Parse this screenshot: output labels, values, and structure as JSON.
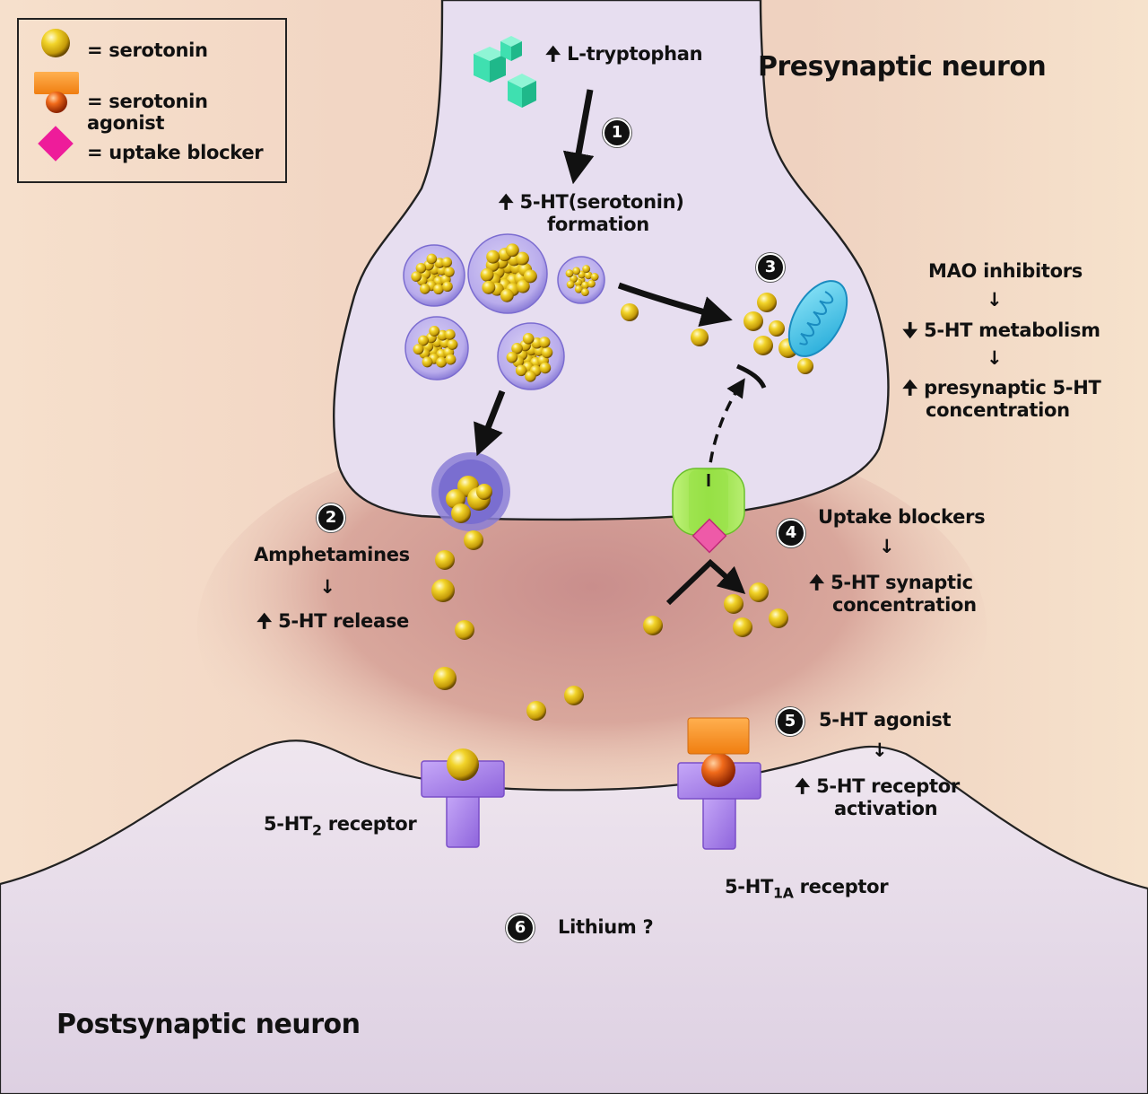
{
  "legend": {
    "items": [
      {
        "icon": "serotonin-ball-icon",
        "label": "= serotonin"
      },
      {
        "icon": "serotonin-agonist-icon",
        "label": "= serotonin agonist"
      },
      {
        "icon": "uptake-blocker-diamond-icon",
        "label": "= uptake blocker"
      }
    ]
  },
  "regions": {
    "presynaptic": "Presynaptic neuron",
    "postsynaptic": "Postsynaptic neuron"
  },
  "steps": {
    "s1": {
      "number": "1",
      "precursor_arrow": "up",
      "precursor": "L-tryptophan",
      "result_arrow": "up",
      "result_line1": "5-HT(serotonin)",
      "result_line2": "formation"
    },
    "s2": {
      "number": "2",
      "drug": "Amphetamines",
      "arrow": "down",
      "effect_arrow": "up",
      "effect": "5-HT release"
    },
    "s3": {
      "number": "3",
      "drug": "MAO inhibitors",
      "arrow1": "down",
      "effect1_arrow": "down",
      "effect1": "5-HT metabolism",
      "arrow2": "down",
      "effect2_arrow": "up",
      "effect2_line1": "presynaptic 5-HT",
      "effect2_line2": "concentration"
    },
    "s4": {
      "number": "4",
      "drug": "Uptake blockers",
      "arrow": "down",
      "effect_arrow": "up",
      "effect_line1": "5-HT synaptic",
      "effect_line2": "concentration"
    },
    "s5": {
      "number": "5",
      "drug": "5-HT agonist",
      "arrow": "down",
      "effect_arrow": "up",
      "effect_line1": "5-HT receptor",
      "effect_line2": "activation"
    },
    "s6": {
      "number": "6",
      "drug": "Lithium ?"
    }
  },
  "receptors": {
    "ht2": {
      "prefix": "5-HT",
      "sub": "2",
      "suffix": " receptor"
    },
    "ht1a": {
      "prefix": "5-HT",
      "sub": "1A",
      "suffix": " receptor"
    }
  },
  "colors": {
    "serotonin": "#e8c21a",
    "agonist": "#f7921e",
    "agonist_ball": "#e8500f",
    "uptake_blocker": "#e8489a",
    "receptor": "#a47ee8",
    "transporter": "#9be24a",
    "mitochondrion": "#3fc6ea",
    "tryptophan": "#3fe0b0",
    "presynaptic_fill": "#e6dcec",
    "postsynaptic_fill": "#e2d6e6",
    "cleft": "#c98c8c",
    "background": "#f3dcc8"
  }
}
